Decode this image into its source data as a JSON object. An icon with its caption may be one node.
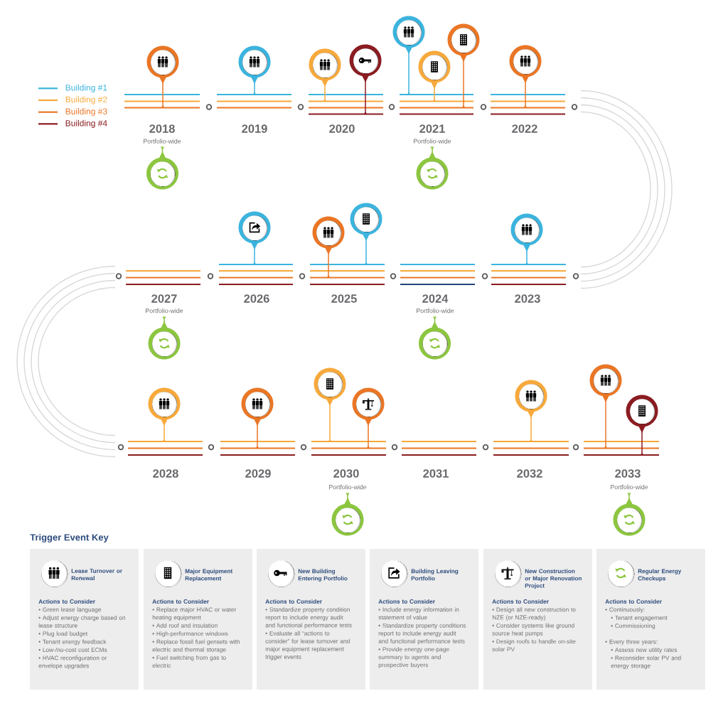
{
  "diagram": {
    "nodes": [
      {
        "text": [
          "Lease Turnover or Renewal",
          "Actions to Consider",
          "• Green lease language",
          "• Adjust energy charge based on lease structure",
          "• Plug load budget",
          "• Tenant energy feedback",
          "• Low-/no-cost cost ECMs",
          "• HVAC reconfiguration or envelope upgrades"
        ]
      },
      {
        "text": [
          "Major Equipment Replacement",
          "Actions to Consider",
          "• Replace major HVAC or water heating equipment",
          "• Add roof and insulation",
          "• High-performance windows",
          "• Replace fossil fuel gensets with electric and thermal storage",
          "• Fuel switching from gas to electric"
        ]
      },
      {
        "text": [
          "New Building Entering Portfolio",
          "Actions to Consider",
          "• Standardize property condition report to include energy audit and functional performance tests",
          "• Evaluate all “actions to consider” for lease turnover and major equipment replacement trigger events"
        ]
      },
      {
        "text": [
          "Building Leaving Portfolio",
          "Actions to Consider",
          "• Include energy information in statement of value",
          "• Standardize property conditions report to include energy audit and functional performance tests",
          "• Provide energy one-page summary to agents and prospective buyers"
        ]
      },
      {
        "text": [
          "New Construction or Major Renovation Project",
          "Actions to Consider",
          "• Design all new construction to NZE (or NZE-ready)",
          "• Consider systems like ground source heat pumps",
          "• Design roofs to handle on-site solar PV"
        ]
      },
      {
        "text": [
          "Regular Energy Checkups",
          "Actions to Consider",
          "• Continuously:",
          "• Tenant engagement",
          "• Commissioning",
          "• Every three years:",
          "• Assess new utility rates",
          "• Reconsider solar PV and energy storage"
        ]
      }
    ],
    "labels": [
      "2018",
      "Portfolio-wide",
      "2019",
      "2020",
      "2021",
      "Portfolio-wide",
      "2022",
      "2027",
      "Portfolio-wide",
      "2026",
      "2025",
      "2024",
      "Portfolio-wide",
      "2023",
      "2028",
      "2029",
      "2030",
      "Portfolio-wide",
      "2031",
      "2032",
      "2033",
      "Portfolio-wide",
      "Trigger Event Key"
    ],
    "legend": [
      {
        "text": "Building #1",
        "color": "#3bb4de"
      },
      {
        "text": "Building #2",
        "color": "#f7a93b"
      },
      {
        "text": "Building #3",
        "color": "#ea7625"
      },
      {
        "text": "Building #4",
        "color": "#8b1c21"
      }
    ]
  }
}
